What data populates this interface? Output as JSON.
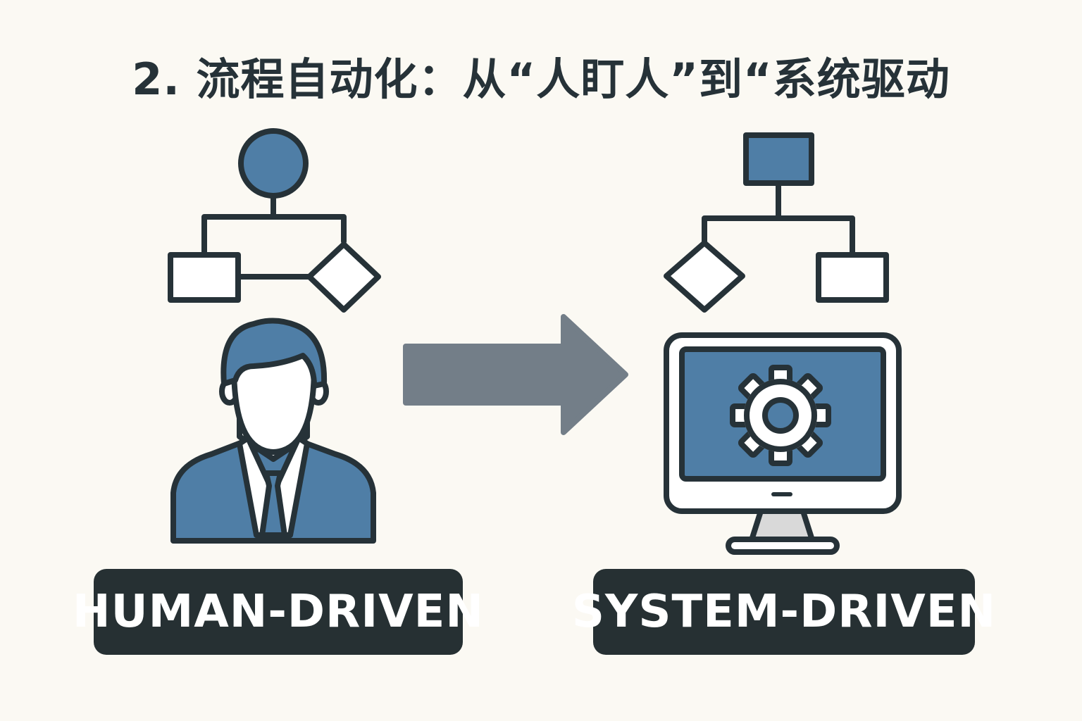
{
  "title": "2. 流程自动化：从“人盯人”到“系统驱动",
  "labels": {
    "human": "HUMAN-DRIVEN",
    "system": "SYSTEM-DRIVEN"
  },
  "colors": {
    "background": "#fbf9f3",
    "stroke": "#263238",
    "accent_blue": "#4f7ea6",
    "arrow_gray": "#737e88",
    "label_bg": "#263033",
    "label_text": "#ffffff"
  },
  "icons": {
    "left_flowchart": "flowchart-icon",
    "person": "businessman-icon",
    "arrow": "arrow-right-icon",
    "right_flowchart": "flowchart-icon",
    "monitor": "monitor-icon",
    "gear": "gear-icon"
  }
}
